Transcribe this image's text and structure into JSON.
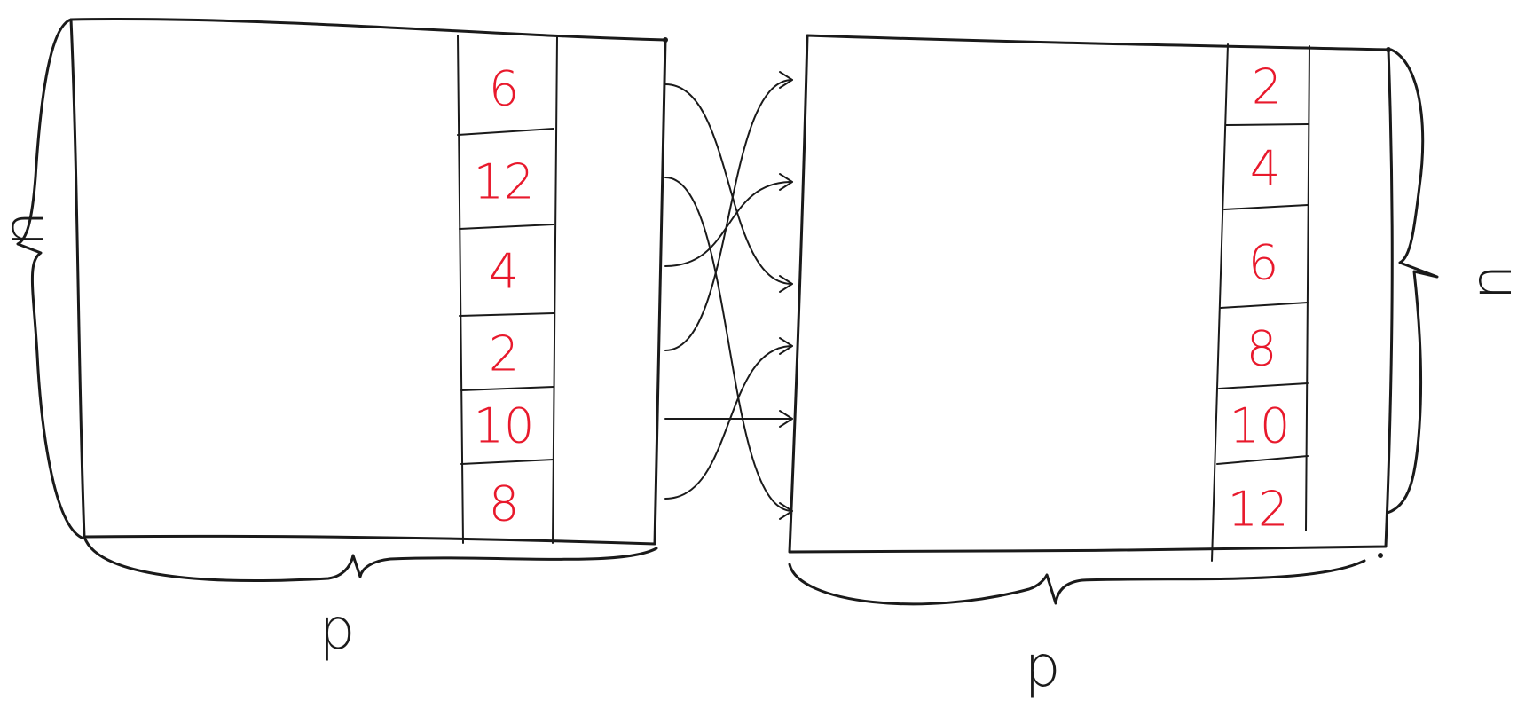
{
  "diagram": {
    "left_matrix": {
      "column_values": [
        "6",
        "12",
        "4",
        "2",
        "10",
        "8"
      ],
      "row_label": "n",
      "col_label": "p"
    },
    "right_matrix": {
      "column_values": [
        "2",
        "4",
        "6",
        "8",
        "10",
        "12"
      ],
      "row_label": "n",
      "col_label": "p"
    },
    "mapping": [
      {
        "from_index": 0,
        "to_index": 2
      },
      {
        "from_index": 1,
        "to_index": 5
      },
      {
        "from_index": 2,
        "to_index": 1
      },
      {
        "from_index": 3,
        "to_index": 0
      },
      {
        "from_index": 4,
        "to_index": 4
      },
      {
        "from_index": 5,
        "to_index": 3
      }
    ],
    "colors": {
      "ink": "#1a1a1a",
      "cell_text": "#e8192c",
      "background": "#ffffff"
    }
  }
}
